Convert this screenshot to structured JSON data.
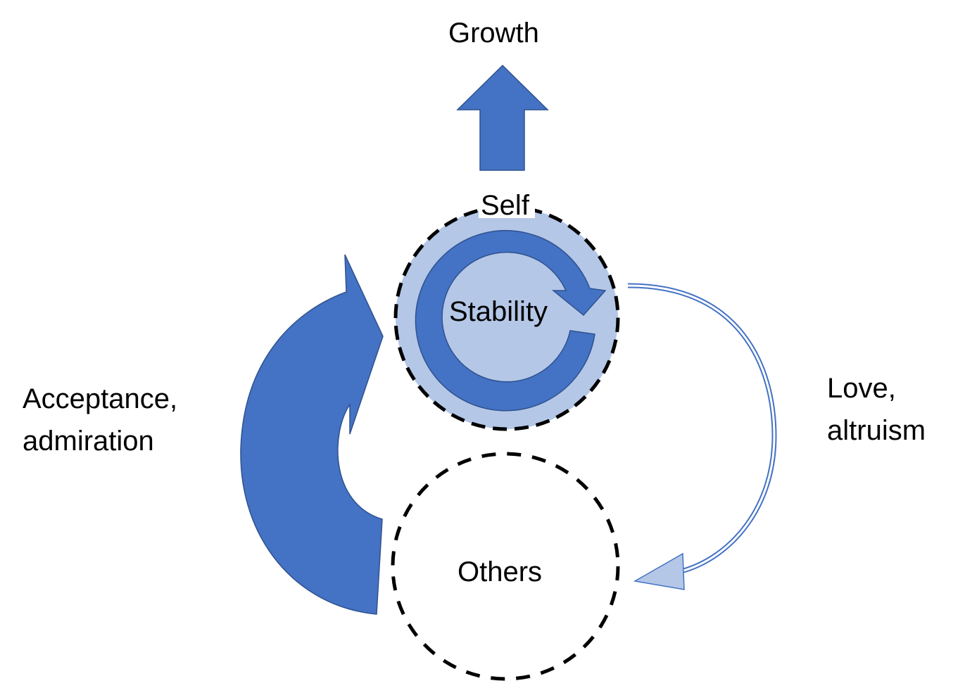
{
  "labels": {
    "growth": "Growth",
    "self": "Self",
    "stability": "Stability",
    "others": "Others",
    "acceptance_line1": "Acceptance,",
    "acceptance_line2": "admiration",
    "love_line1": "Love,",
    "love_line2": "altruism"
  },
  "colors": {
    "dark_blue": "#4472c4",
    "light_blue": "#b4c7e7",
    "outline": "#2f528f"
  }
}
